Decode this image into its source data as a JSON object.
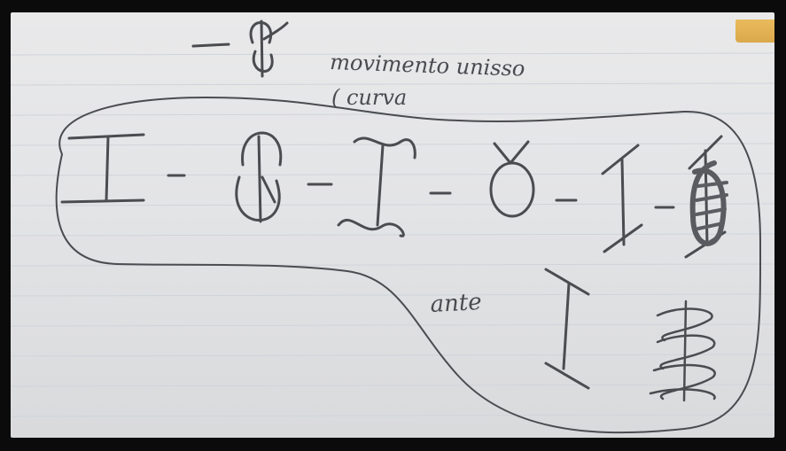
{
  "photo": {
    "subject": "notebook-sketch",
    "ink_color": "#4b4c50",
    "paper_color": "#e5e6e8",
    "background_color": "#0b0b0b",
    "accent_note_color": "#e3ac44"
  },
  "annotations": {
    "note_line1": "movimento unisso",
    "note_line2": "( curva",
    "note_ante": "ante"
  },
  "sequence": {
    "separator": "-",
    "symbols": [
      "I-bar",
      "loop",
      "tilde-I",
      "horn-oval",
      "slanted-I",
      "shaded-I"
    ]
  }
}
